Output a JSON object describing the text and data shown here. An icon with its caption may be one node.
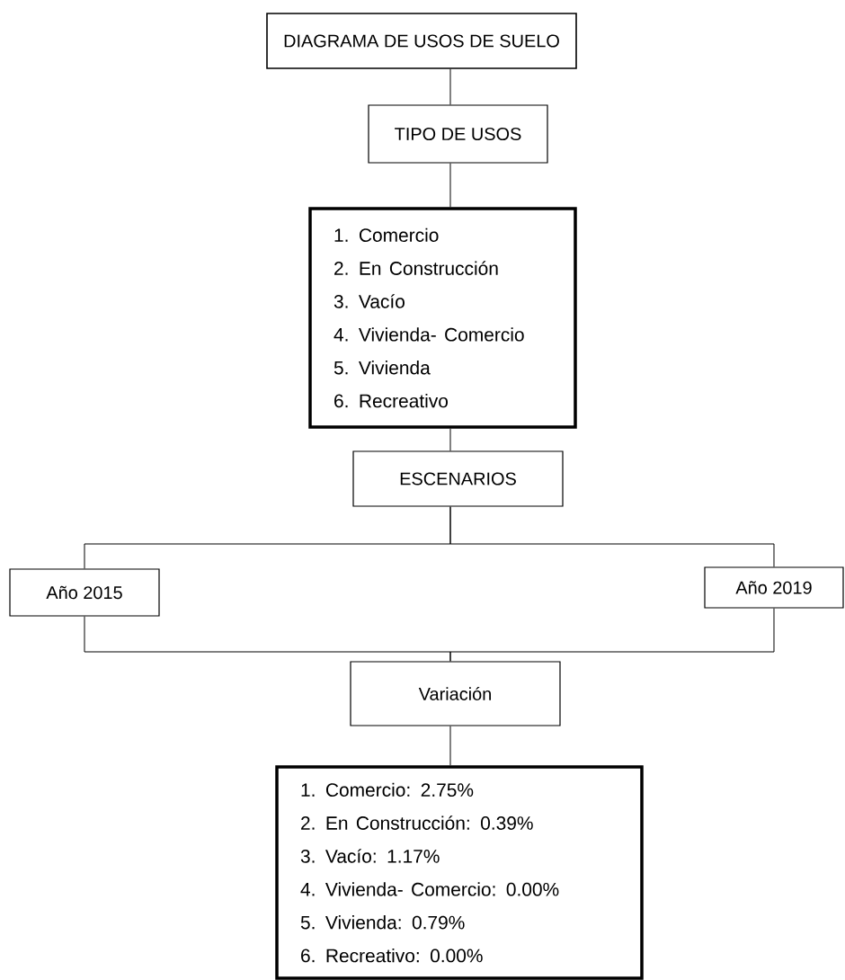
{
  "diagram": {
    "nodes": [
      {
        "text": [
          "DIAGRAMA DE USOS DE SUELO"
        ]
      },
      {
        "text": [
          "TIPO DE USOS"
        ]
      },
      {
        "text": [
          "1. Comercio",
          "2. En Construcción",
          "3. Vacío",
          "4. Vivienda- Comercio",
          "5. Vivienda",
          "6. Recreativo"
        ]
      },
      {
        "text": [
          "ESCENARIOS"
        ]
      },
      {
        "text": [
          "Año 2015"
        ]
      },
      {
        "text": [
          "Año 2019"
        ]
      },
      {
        "text": [
          "Variación"
        ]
      },
      {
        "text": [
          "1. Comercio:  2.75%",
          "2. En Construcción:  0.39%",
          "3. Vacío:  1.17%",
          "4. Vivienda- Comercio:  0.00%",
          "5. Vivienda:  0.79%",
          "6. Recreativo:  0.00%"
        ]
      }
    ],
    "edges": [
      {
        "from": 0,
        "to": 1,
        "arrow": "none"
      },
      {
        "from": 1,
        "to": 2,
        "arrow": "none"
      },
      {
        "from": 2,
        "to": 3,
        "arrow": "none"
      },
      {
        "from": 3,
        "to": 4,
        "arrow": "none"
      },
      {
        "from": 3,
        "to": 5,
        "arrow": "none"
      },
      {
        "from": 4,
        "to": 6,
        "arrow": "none"
      },
      {
        "from": 5,
        "to": 6,
        "arrow": "none"
      },
      {
        "from": 6,
        "to": 7,
        "arrow": "none"
      }
    ]
  }
}
